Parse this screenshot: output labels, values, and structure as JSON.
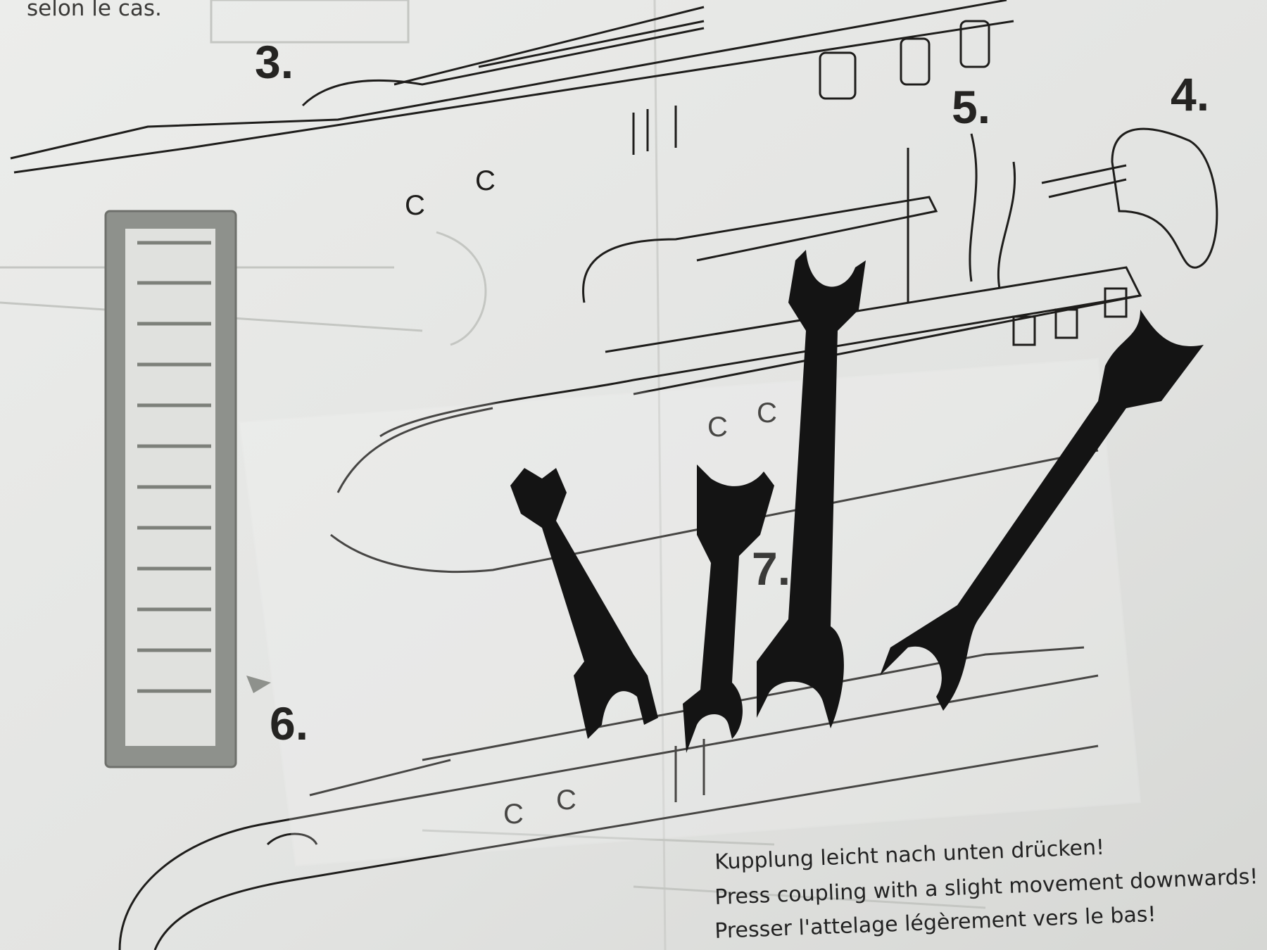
{
  "header_text": "selon le cas.",
  "steps": [
    "3.",
    "4.",
    "5.",
    "6.",
    "7."
  ],
  "instructions": [
    "Kupplung leicht nach unten drücken!",
    "Press coupling with a slight movement downwards!",
    "Presser l'attelage légèrement vers le bas!"
  ],
  "colors": {
    "paper": "#e4e5e3",
    "sprue": "#8e918c",
    "tool": "#141414",
    "ink": "#252422"
  }
}
